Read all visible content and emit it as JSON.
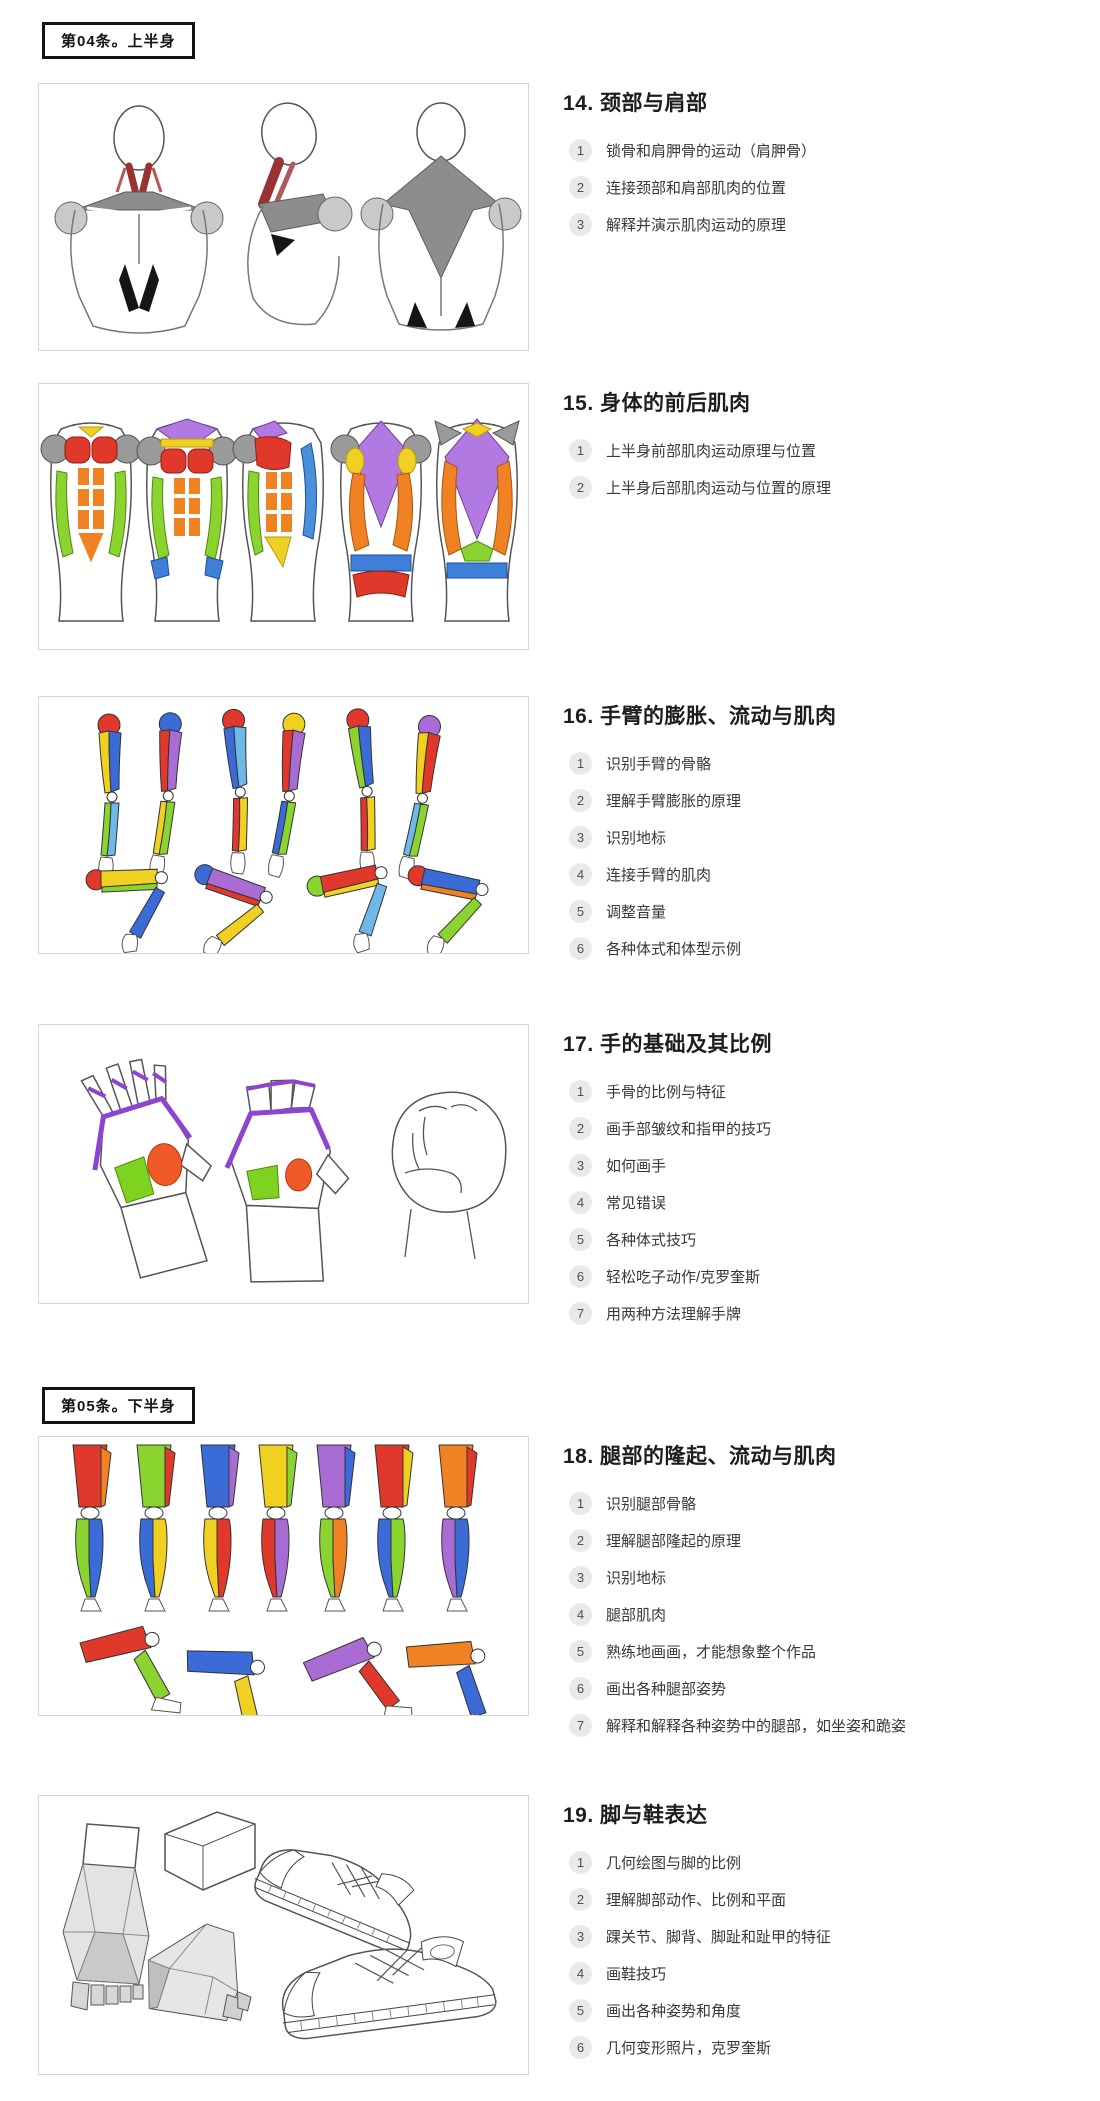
{
  "colors": {
    "badge_border": "#141414",
    "box_border": "#d7d7d7",
    "number_circle_bg": "#e9e9e9",
    "title_text": "#1d1d1d",
    "item_text": "#383838",
    "muscle_red": "#e0392b",
    "muscle_orange": "#f08224",
    "muscle_green": "#8bd430",
    "muscle_blue": "#3a6bd6",
    "muscle_purple": "#b27ae0",
    "muscle_yellow": "#f0d020",
    "muscle_gray": "#8d8d8d"
  },
  "badges": [
    {
      "label": "第04条。上半身"
    },
    {
      "label": "第05条。下半身"
    }
  ],
  "sections": [
    {
      "title": "14. 颈部与肩部",
      "illustration": "neck-and-shoulders-anatomy",
      "items": [
        {
          "n": "1",
          "text": "锁骨和肩胛骨的运动（肩胛骨）"
        },
        {
          "n": "2",
          "text": "连接颈部和肩部肌肉的位置"
        },
        {
          "n": "3",
          "text": "解释并演示肌肉运动的原理"
        }
      ]
    },
    {
      "title": "15. 身体的前后肌肉",
      "illustration": "torso-front-back-muscles",
      "items": [
        {
          "n": "1",
          "text": "上半身前部肌肉运动原理与位置"
        },
        {
          "n": "2",
          "text": "上半身后部肌肉运动与位置的原理"
        }
      ]
    },
    {
      "title": "16. 手臂的膨胀、流动与肌肉",
      "illustration": "arm-muscles",
      "items": [
        {
          "n": "1",
          "text": "识别手臂的骨骼"
        },
        {
          "n": "2",
          "text": "理解手臂膨胀的原理"
        },
        {
          "n": "3",
          "text": "识别地标"
        },
        {
          "n": "4",
          "text": "连接手臂的肌肉"
        },
        {
          "n": "5",
          "text": "调整音量"
        },
        {
          "n": "6",
          "text": "各种体式和体型示例"
        }
      ]
    },
    {
      "title": "17. 手的基础及其比例",
      "illustration": "hand-basics-and-proportions",
      "items": [
        {
          "n": "1",
          "text": "手骨的比例与特征"
        },
        {
          "n": "2",
          "text": "画手部皱纹和指甲的技巧"
        },
        {
          "n": "3",
          "text": "如何画手"
        },
        {
          "n": "4",
          "text": "常见错误"
        },
        {
          "n": "5",
          "text": "各种体式技巧"
        },
        {
          "n": "6",
          "text": "轻松吃子动作/克罗奎斯"
        },
        {
          "n": "7",
          "text": "用两种方法理解手牌"
        }
      ]
    },
    {
      "title": "18. 腿部的隆起、流动与肌肉",
      "illustration": "leg-muscles",
      "items": [
        {
          "n": "1",
          "text": "识别腿部骨骼"
        },
        {
          "n": "2",
          "text": "理解腿部隆起的原理"
        },
        {
          "n": "3",
          "text": "识别地标"
        },
        {
          "n": "4",
          "text": "腿部肌肉"
        },
        {
          "n": "5",
          "text": "熟练地画画，才能想象整个作品"
        },
        {
          "n": "6",
          "text": "画出各种腿部姿势"
        },
        {
          "n": "7",
          "text": "解释和解释各种姿势中的腿部，如坐姿和跪姿"
        }
      ]
    },
    {
      "title": "19. 脚与鞋表达",
      "illustration": "feet-and-shoes",
      "items": [
        {
          "n": "1",
          "text": "几何绘图与脚的比例"
        },
        {
          "n": "2",
          "text": "理解脚部动作、比例和平面"
        },
        {
          "n": "3",
          "text": "踝关节、脚背、脚趾和趾甲的特征"
        },
        {
          "n": "4",
          "text": "画鞋技巧"
        },
        {
          "n": "5",
          "text": "画出各种姿势和角度"
        },
        {
          "n": "6",
          "text": "几何变形照片，克罗奎斯"
        }
      ]
    }
  ]
}
